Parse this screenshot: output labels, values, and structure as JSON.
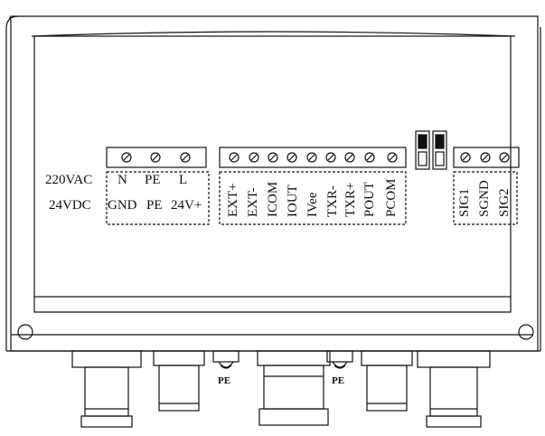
{
  "power_block": {
    "row_220vac": {
      "label": "220VAC",
      "n": "N",
      "pe": "PE",
      "l": "L"
    },
    "row_24vdc": {
      "label": "24VDC",
      "gnd": "GND",
      "pe": "PE",
      "v24": "24V+"
    }
  },
  "io_block": {
    "terminals": [
      "EXT+",
      "EXT-",
      "ICOM",
      "IOUT",
      "IVee",
      "TXR-",
      "TXR+",
      "POUT",
      "PCOM"
    ]
  },
  "sig_block": {
    "terminals": [
      "SIG1",
      "SGND",
      "SIG2"
    ]
  },
  "cable_glands": {
    "pe_labels": [
      "PE",
      "PE"
    ]
  }
}
